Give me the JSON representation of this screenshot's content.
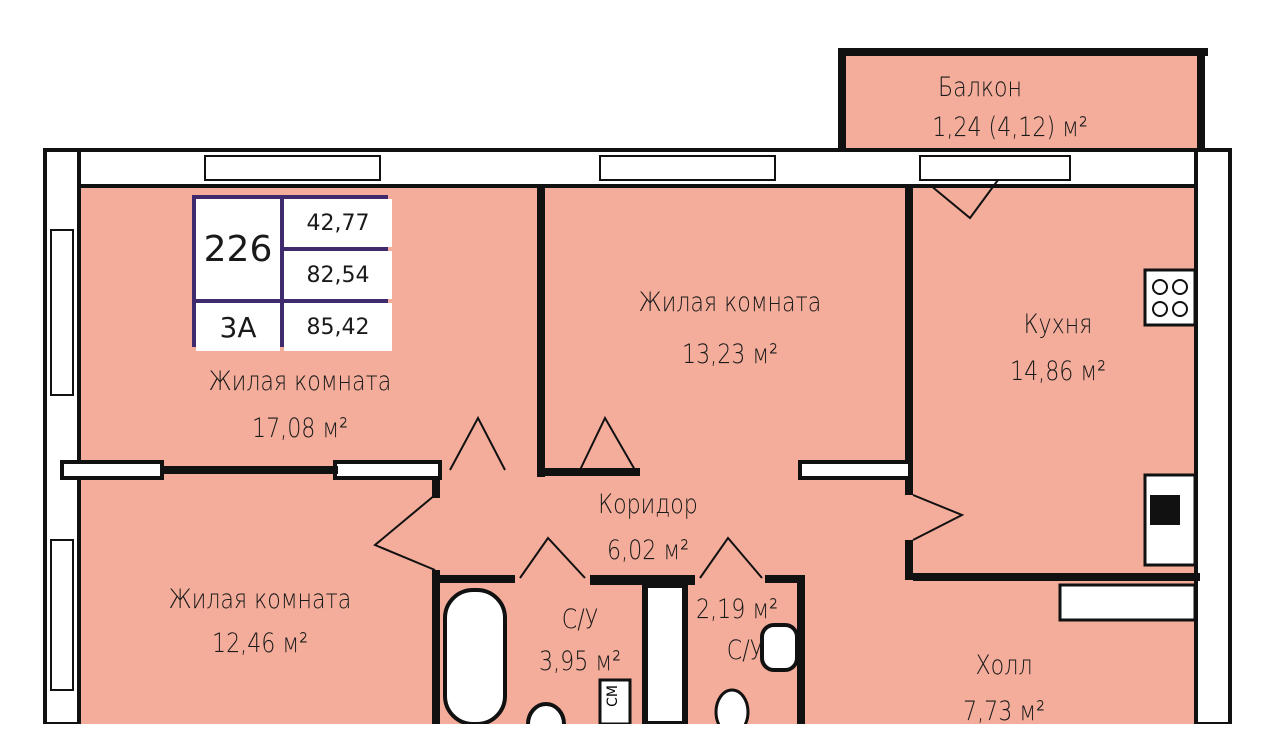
{
  "apartment": {
    "number": "226",
    "type": "3A",
    "living_area": "42,77",
    "total_area": "82,54",
    "total_with_balcony": "85,42"
  },
  "rooms": [
    {
      "name": "Балкон",
      "area": "1,24 (4,12) м²"
    },
    {
      "name": "Жилая комната",
      "area": "17,08 м²"
    },
    {
      "name": "Жилая комната",
      "area": "13,23 м²"
    },
    {
      "name": "Кухня",
      "area": "14,86 м²"
    },
    {
      "name": "Коридор",
      "area": "6,02 м²"
    },
    {
      "name": "Жилая комната",
      "area": "12,46 м²"
    },
    {
      "name": "С/У",
      "area": "3,95 м²"
    },
    {
      "name": "С/У",
      "area": "2,19 м²"
    },
    {
      "name": "Холл",
      "area": "7,73 м²"
    }
  ],
  "fixtures": {
    "washer_label": "СМ"
  },
  "colors": {
    "room_fill": "#f4ad9b",
    "wall": "#111111",
    "box_border": "#3f2a6d"
  }
}
